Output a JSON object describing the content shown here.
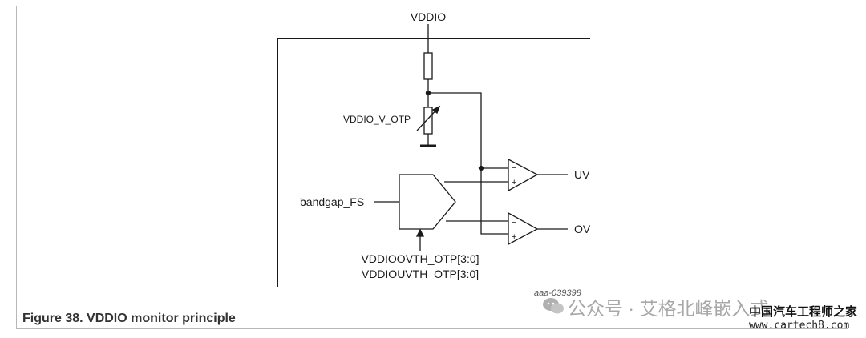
{
  "diagram": {
    "supply_label": "VDDIO",
    "resistor_label": "VDDIO_V_OTP",
    "input_label": "bandgap_FS",
    "output_uv": "UV",
    "output_ov": "OV",
    "otp_label_1": "VDDIOOVTH_OTP[3:0]",
    "otp_label_2": "VDDIOUVTH_OTP[3:0]",
    "minus_sign": "−",
    "plus_sign": "+"
  },
  "figure": {
    "code": "aaa-039398",
    "caption": "Figure 38.  VDDIO monitor principle"
  },
  "watermark": {
    "main": "公众号 · 艾格北峰嵌入式",
    "site": "中国汽车工程师之家",
    "url": "www.cartech8.com",
    "icon": "wechat-icon"
  },
  "colors": {
    "line": "#1a1a1a",
    "frame": "#b8b8b8",
    "caption": "#333333"
  }
}
